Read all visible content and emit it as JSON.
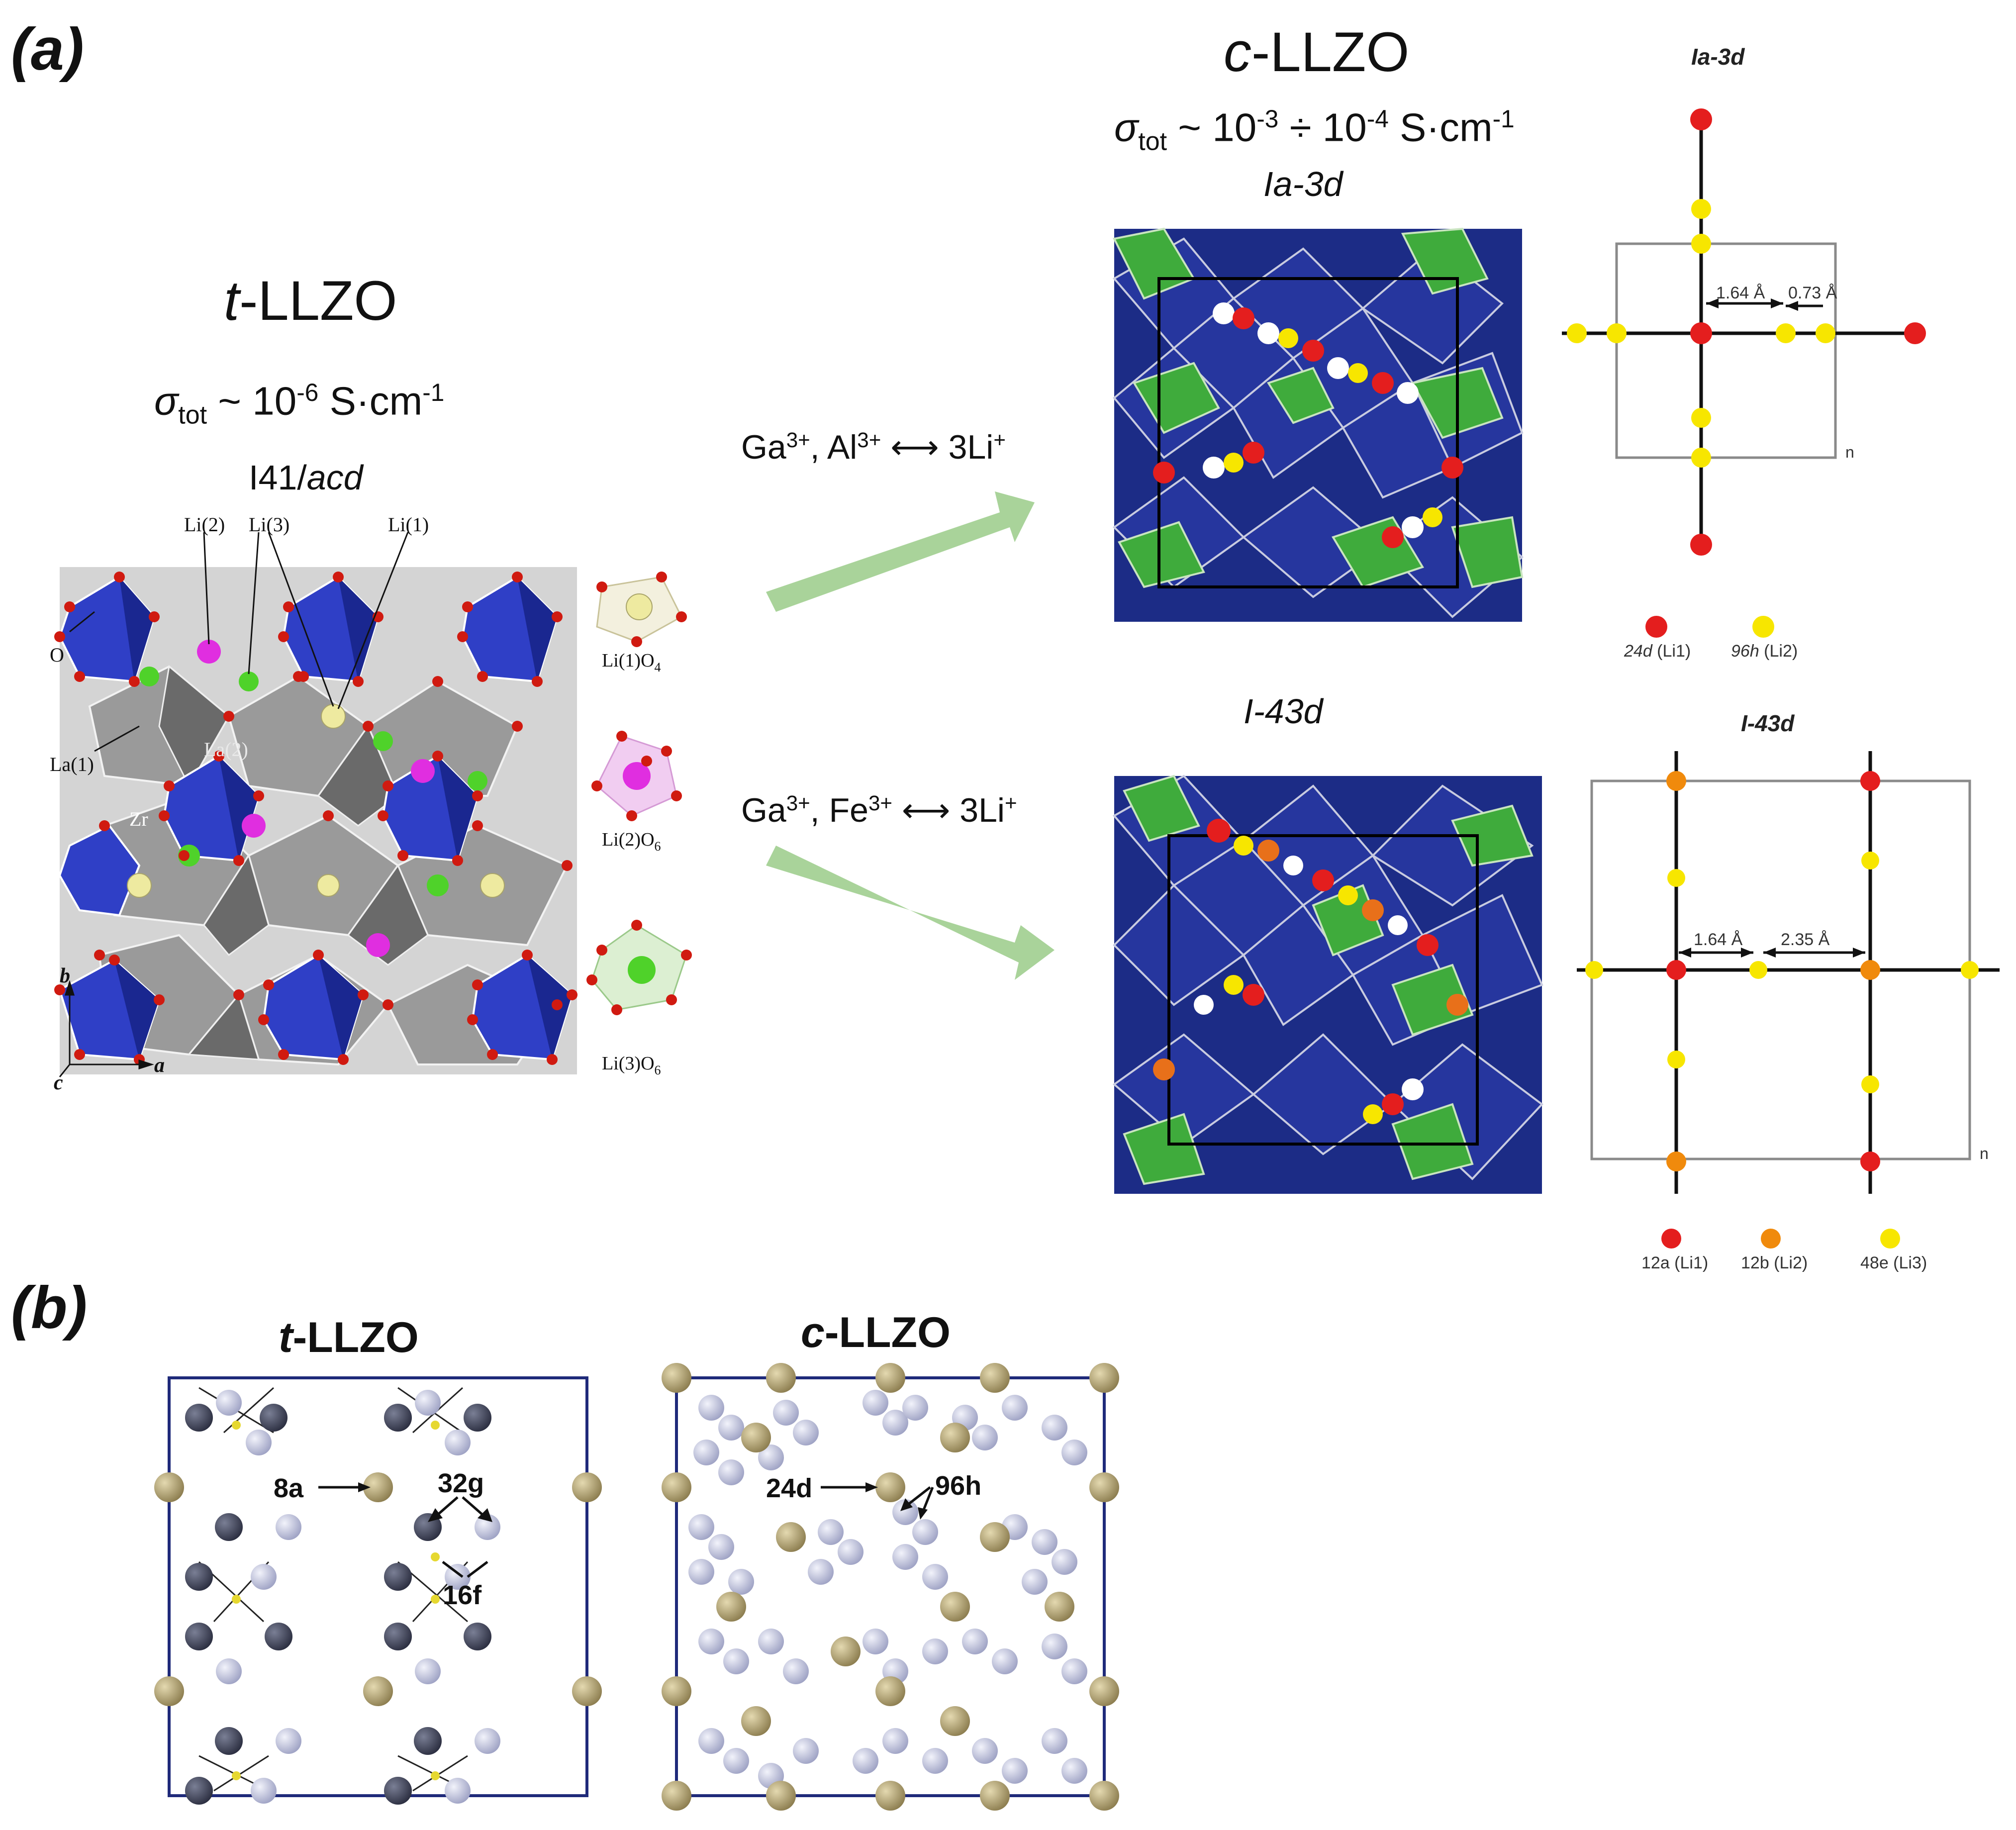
{
  "panel_a": {
    "letter": "(a)",
    "t_llzo": {
      "title_prefix": "t",
      "title_suffix": "-LLZO",
      "sigma_sym": "σ",
      "sigma_sub": "tot",
      "sigma_mid": " ~ 10",
      "sigma_exp": "-6",
      "sigma_unit": " S·cm",
      "sigma_unit_exp": "-1",
      "group_plain": "I41/",
      "group_italic": "acd",
      "structure_labels": {
        "li2": "Li(2)",
        "li3": "Li(3)",
        "li1": "Li(1)",
        "o": "O",
        "la1": "La(1)",
        "la2": "La(2)",
        "zr": "Zr",
        "axis_b": "b",
        "axis_a": "a",
        "axis_c": "c"
      },
      "polyhedra": [
        {
          "label": "Li(1)O",
          "sub": "4"
        },
        {
          "label": "Li(2)O",
          "sub": "6"
        },
        {
          "label": "Li(3)O",
          "sub": "6"
        }
      ]
    },
    "reaction_top": {
      "a": "Ga",
      "a_sup": "3+",
      "b": ", Al",
      "b_sup": "3+",
      "arrow": " ⟷ ",
      "c": "3Li",
      "c_sup": "+"
    },
    "reaction_bottom": {
      "a": "Ga",
      "a_sup": "3+",
      "b": ", Fe",
      "b_sup": "3+",
      "arrow": " ⟷ ",
      "c": "3Li",
      "c_sup": "+"
    },
    "c_llzo": {
      "title_prefix": "c",
      "title_suffix": "-LLZO",
      "sigma_sym": "σ",
      "sigma_sub": "tot",
      "sigma_mid": " ~ 10",
      "sigma_exp": "-3",
      "sigma_mid2": " ÷ 10",
      "sigma_exp2": "-4",
      "sigma_unit": " S·cm",
      "sigma_unit_exp": "-1",
      "group_top": "Ia-3d",
      "group_bottom": "I-43d"
    },
    "diagram_top": {
      "title": "Ia-3d",
      "dist1": "1.64 Å",
      "dist2": "0.73 Å",
      "n_label": "n",
      "legend": [
        {
          "site": "24d",
          "name": " (Li1)",
          "color": "#e41e1e"
        },
        {
          "site": "96h",
          "name": " (Li2)",
          "color": "#f7e600"
        }
      ]
    },
    "diagram_bottom": {
      "title": "I-43d",
      "dist1": "1.64 Å",
      "dist2": "2.35 Å",
      "n_label": "n",
      "legend": [
        {
          "site": "12a",
          "name": " (Li1)",
          "color": "#e41e1e"
        },
        {
          "site": "12b",
          "name": " (Li2)",
          "color": "#f08a0c"
        },
        {
          "site": "48e",
          "name": " (Li3)",
          "color": "#f7e600"
        }
      ]
    }
  },
  "panel_b": {
    "letter": "(b)",
    "t_title_prefix": "t",
    "t_title_suffix": "-LLZO",
    "c_title_prefix": "c",
    "c_title_suffix": "-LLZO",
    "t_labels": {
      "site_8a": "8a",
      "site_32g": "32g",
      "site_16f": "16f"
    },
    "c_labels": {
      "site_24d": "24d",
      "site_96h": "96h"
    }
  },
  "colors": {
    "zr_blue": "#2436b5",
    "la_gray": "#8c8c8c",
    "oxygen_red": "#d01a10",
    "green_poly": "#39a33a",
    "arrow_green": "#a9d39a",
    "frame_navy": "#1f2a7a",
    "gold_atom": "#a8976a",
    "dark_atom": "#3d4155",
    "light_atom": "#c6c9e0"
  }
}
